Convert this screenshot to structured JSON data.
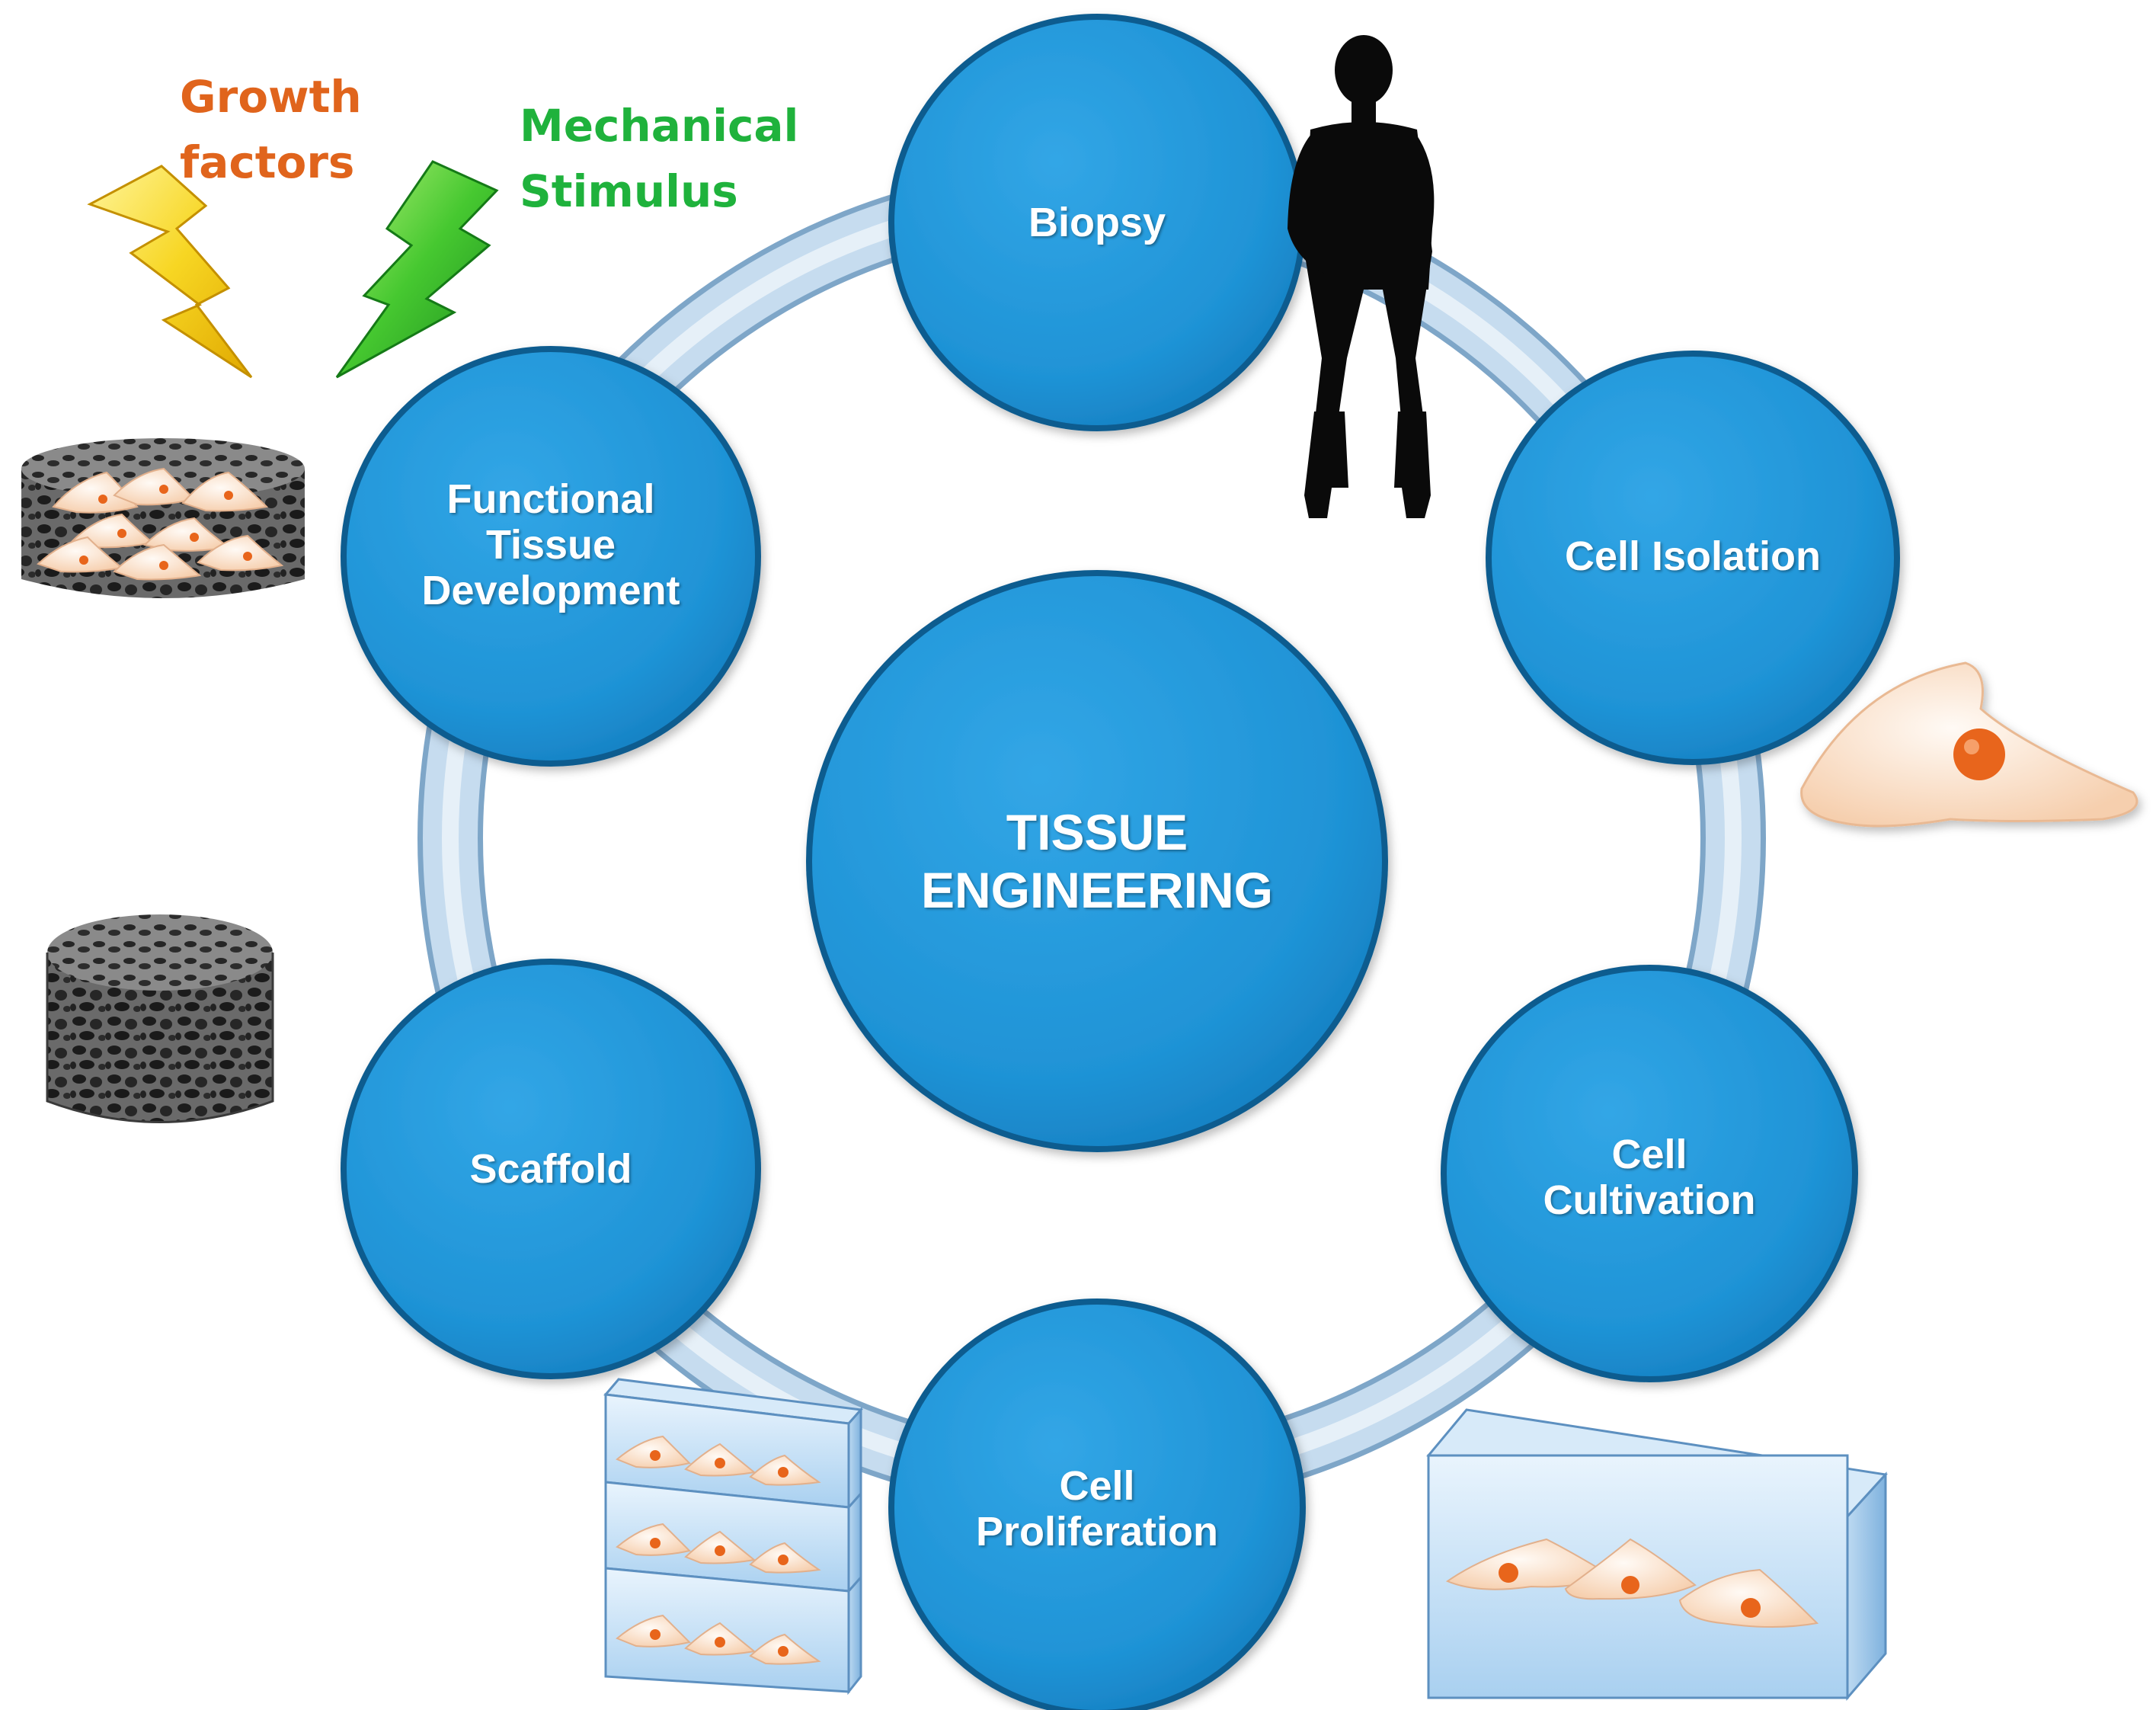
{
  "center": {
    "title": "TISSUE\nENGINEERING"
  },
  "steps": [
    {
      "id": "biopsy",
      "label": "Biopsy"
    },
    {
      "id": "cell-isolation",
      "label": "Cell Isolation"
    },
    {
      "id": "cell-cultivation",
      "label": "Cell\nCultivation"
    },
    {
      "id": "cell-proliferation",
      "label": "Cell\nProliferation"
    },
    {
      "id": "scaffold",
      "label": "Scaffold"
    },
    {
      "id": "functional-tissue-development",
      "label": "Functional\nTissue\nDevelopment"
    }
  ],
  "stimuli": {
    "growth_factors": {
      "label": "Growth\nfactors",
      "color": "#e0641c",
      "icon": "lightning-bolt-yellow-icon"
    },
    "mechanical_stimulus": {
      "label": "Mechanical\nStimulus",
      "color": "#1fb23c",
      "icon": "lightning-bolt-green-icon"
    }
  },
  "colors": {
    "circle_fill": "#1f93d6",
    "circle_edge": "#0e5c8f",
    "ring": "#c6dcef",
    "ring_edge": "#7ea6c8",
    "cell": "#fbe3cf",
    "nucleus": "#e8651b"
  },
  "icons": [
    "human-silhouette-icon",
    "cell-icon",
    "culture-flask-icon",
    "stacked-flasks-icon",
    "porous-scaffold-icon",
    "seeded-scaffold-icon"
  ]
}
